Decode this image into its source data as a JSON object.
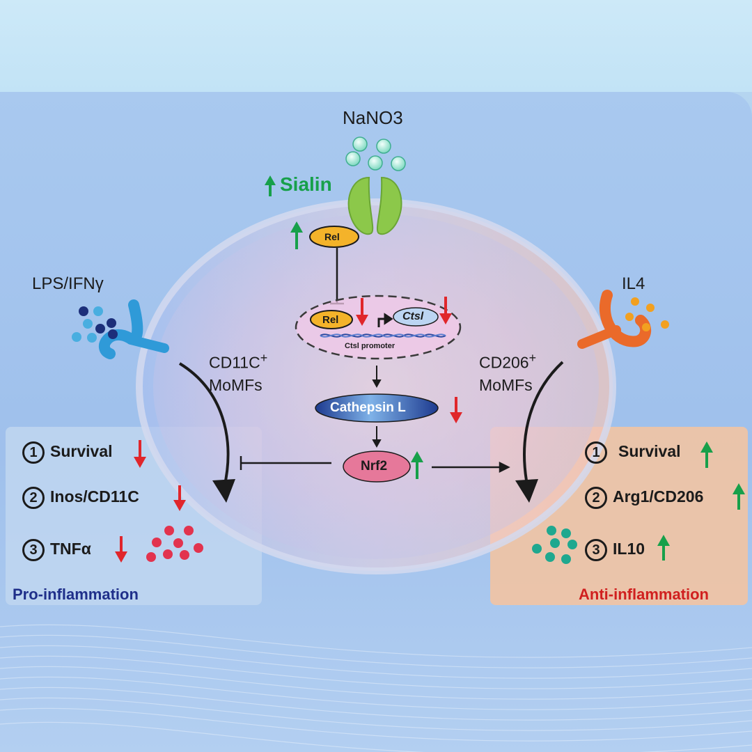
{
  "inputs": {
    "nano3": "NaNO3",
    "lps": "LPS/IFNγ",
    "il4": "IL4"
  },
  "transporter": {
    "name": "Sialin"
  },
  "nucleus": {
    "rel_top": "Rel",
    "rel_promoter": "Rel",
    "ctsl": "Ctsl",
    "promoter": "Ctsl promoter",
    "cathepsin": "Cathepsin L",
    "nrf2": "Nrf2"
  },
  "cells": {
    "left_title": "CD11C",
    "left_sup": "+",
    "left_sub": "MoMFs",
    "right_title": "CD206",
    "right_sup": "+",
    "right_sub": "MoMFs"
  },
  "pro": {
    "items": [
      {
        "num": "1",
        "label": "Survival"
      },
      {
        "num": "2",
        "label": "Inos/CD11C"
      },
      {
        "num": "3",
        "label": "TNFα"
      }
    ],
    "caption": "Pro-inflammation"
  },
  "anti": {
    "items": [
      {
        "num": "1",
        "label": "Survival"
      },
      {
        "num": "2",
        "label": "Arg1/CD206"
      },
      {
        "num": "3",
        "label": "IL10"
      }
    ],
    "caption": "Anti-inflammation"
  },
  "colors": {
    "up": "#17a04a",
    "down": "#e0262b",
    "pro_caption": "#1f2f8a",
    "anti_caption": "#d0201f",
    "rel_fill": "#f4b32a",
    "nrf2_fill": "#e6789a",
    "sialin": "#8cc84a"
  }
}
